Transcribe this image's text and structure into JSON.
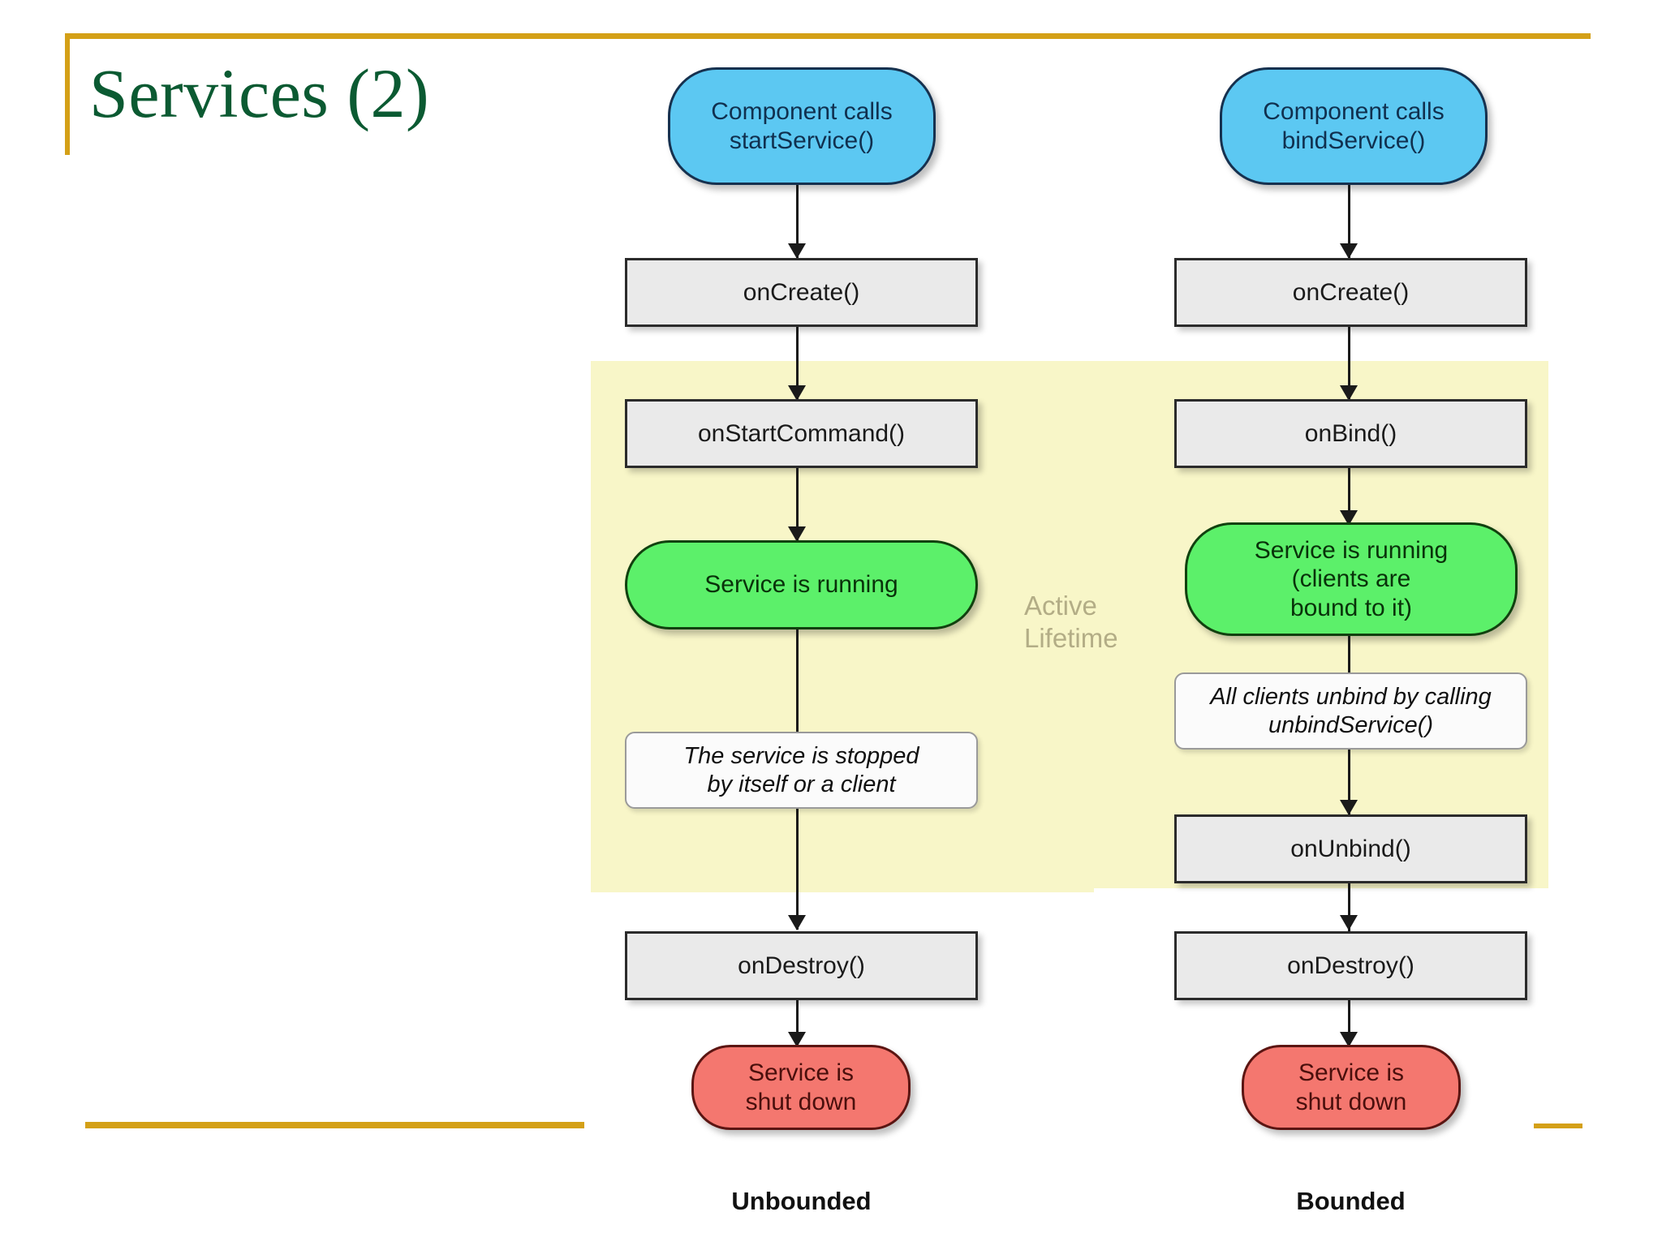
{
  "slide": {
    "title": "Services (2)",
    "accent_color": "#d4a017",
    "title_color": "#0b5a32"
  },
  "diagram": {
    "band_label": "Active\nLifetime",
    "band_color": "#f8f6c8",
    "columns": [
      {
        "id": "unbounded",
        "caption": "Unbounded"
      },
      {
        "id": "bounded",
        "caption": "Bounded"
      }
    ],
    "colors": {
      "start": "#5cc8f2",
      "process": "#eaeaea",
      "running": "#5cf06a",
      "shutdown": "#f4776f",
      "note": "#fbfbfb"
    },
    "unbounded_nodes": {
      "start": "Component calls\nstartService()",
      "on_create": "onCreate()",
      "on_start_command": "onStartCommand()",
      "running": "Service is running",
      "note_stopped": "The service is stopped\nby itself or a client",
      "on_destroy": "onDestroy()",
      "shutdown": "Service is\nshut down"
    },
    "bounded_nodes": {
      "start": "Component calls\nbindService()",
      "on_create": "onCreate()",
      "on_bind": "onBind()",
      "running": "Service is running\n(clients are\nbound to it)",
      "note_unbind": "All clients unbind by calling\nunbindService()",
      "on_unbind": "onUnbind()",
      "on_destroy": "onDestroy()",
      "shutdown": "Service is\nshut down"
    }
  }
}
